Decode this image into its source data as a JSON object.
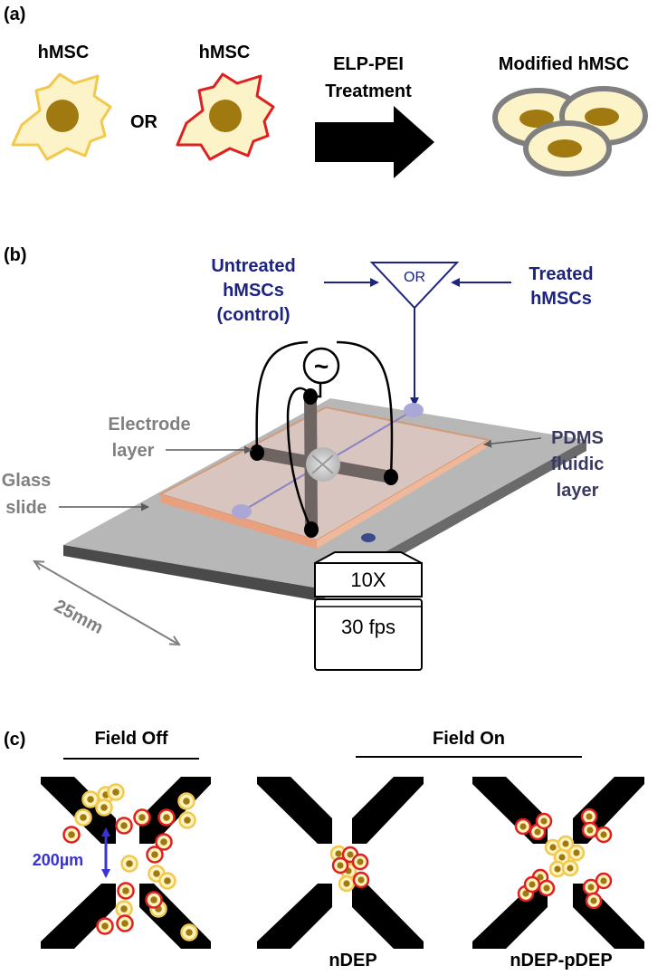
{
  "panel_a": {
    "label": "(a)",
    "hmsc_left": "hMSC",
    "hmsc_right": "hMSC",
    "or": "OR",
    "treatment_line1": "ELP-PEI",
    "treatment_line2": "Treatment",
    "modified": "Modified hMSC"
  },
  "panel_b": {
    "label": "(b)",
    "untreated_line1": "Untreated",
    "untreated_line2": "hMSCs",
    "untreated_line3": "(control)",
    "or_box": "OR",
    "treated_line1": "Treated",
    "treated_line2": "hMSCs",
    "ac_symbol": "~",
    "electrode_line1": "Electrode",
    "electrode_line2": "layer",
    "pdms_line1": "PDMS",
    "pdms_line2": "fluidic",
    "pdms_line3": "layer",
    "glass_line1": "Glass",
    "glass_line2": "slide",
    "objective": "10X",
    "camera": "30 fps",
    "scale": "25mm"
  },
  "panel_c": {
    "label": "(c)",
    "field_off": "Field Off",
    "field_on": "Field On",
    "gap": "200µm",
    "ndep": "nDEP",
    "ndep_pdep": "nDEP-pDEP"
  },
  "colors": {
    "yellow_cell": "#f2c94c",
    "red_cell": "#e02020",
    "nucleus": "#a07a10",
    "navy_text": "#1c2380",
    "gray_text": "#808080",
    "arrow_blue": "#3a33d6"
  }
}
